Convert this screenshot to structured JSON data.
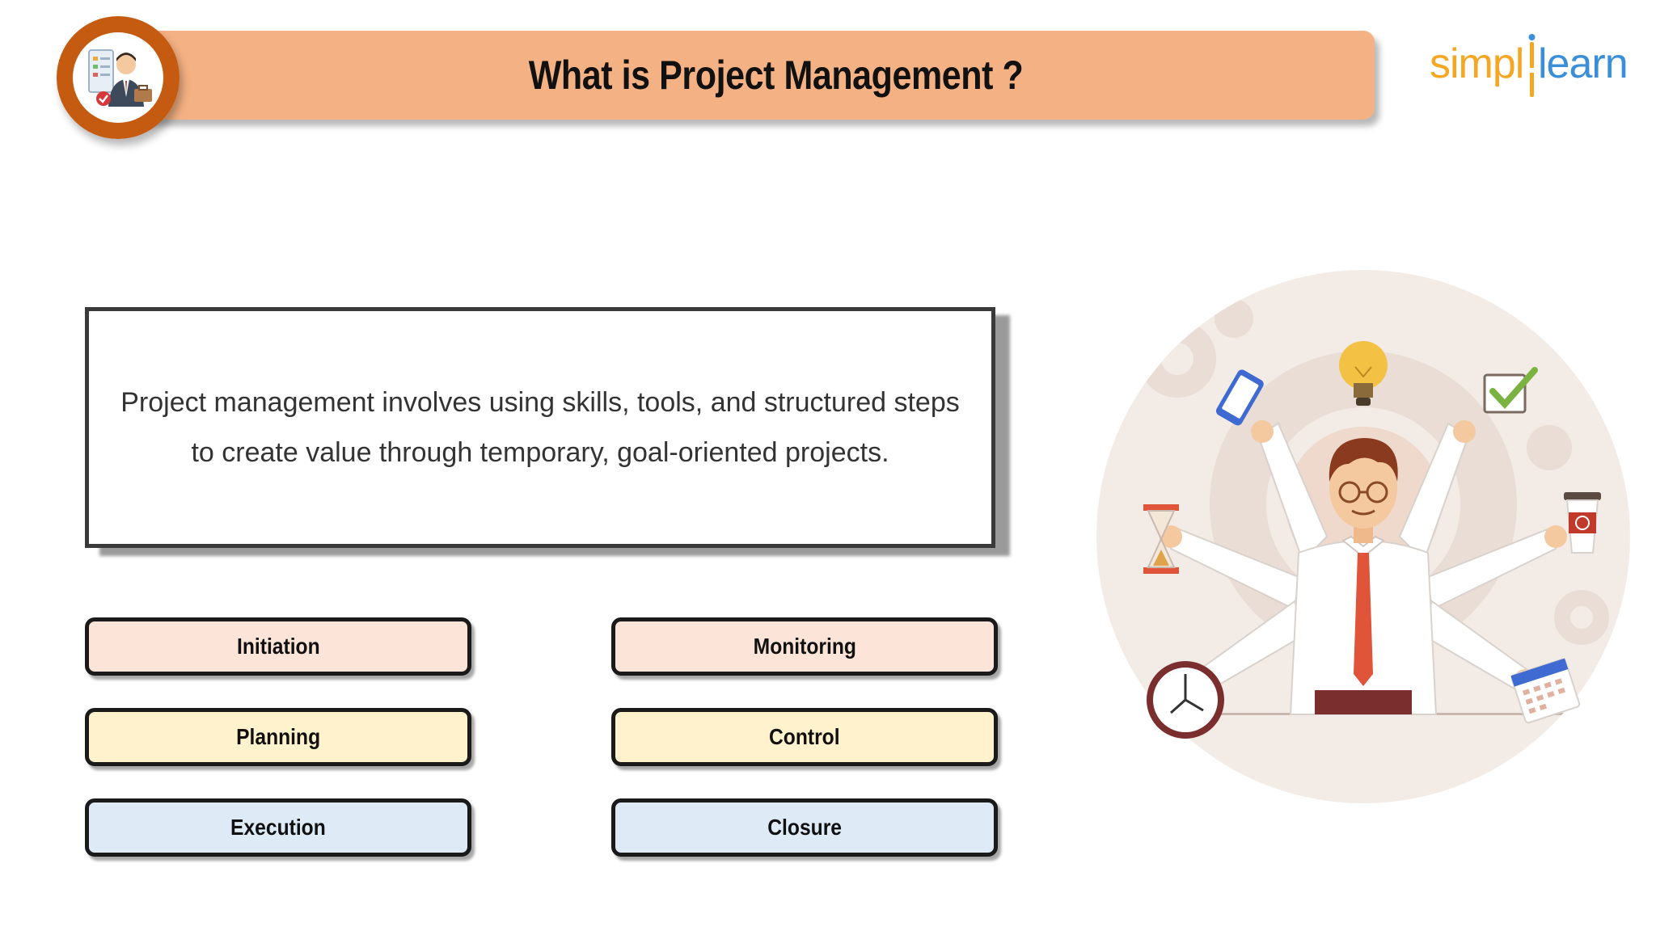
{
  "header": {
    "title": "What is Project Management ?",
    "icon": "project-manager-avatar-icon"
  },
  "brand": {
    "logo_text_part1": "simpl",
    "logo_text_part2": "learn",
    "colors": {
      "orange": "#f5a623",
      "blue": "#3b8fd9"
    }
  },
  "definition": {
    "line1": "Project management involves using skills, tools, and structured steps",
    "line2": "to create value through temporary, goal-oriented projects."
  },
  "phases": {
    "left": [
      {
        "label": "Initiation",
        "color": "#fde4d8"
      },
      {
        "label": "Planning",
        "color": "#fff2cc"
      },
      {
        "label": "Execution",
        "color": "#deebf7"
      }
    ],
    "right": [
      {
        "label": "Monitoring",
        "color": "#fde4d8"
      },
      {
        "label": "Control",
        "color": "#fff2cc"
      },
      {
        "label": "Closure",
        "color": "#deebf7"
      }
    ]
  },
  "illustration": {
    "subject": "multitasking-manager-illustration"
  },
  "colors": {
    "banner": "#f4b183",
    "badge_ring": "#c55a11",
    "illustration_bg": "#f3ebe6"
  }
}
